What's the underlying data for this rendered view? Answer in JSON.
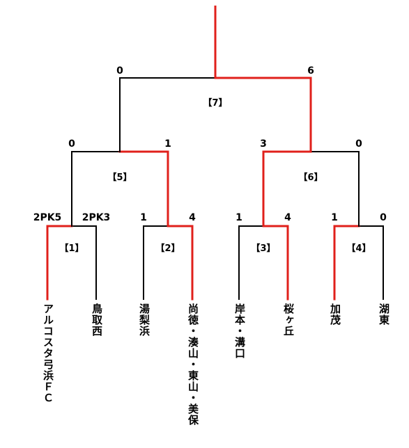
{
  "colors": {
    "winner": "#e0201b",
    "loser": "#000000"
  },
  "teams": [
    "アルコスタ弓浜ＦＣ",
    "鳥取西",
    "湯梨浜",
    "尚徳・湊山・東山・美保",
    "岸本・溝口",
    "桜ヶ丘",
    "加茂",
    "湖東"
  ],
  "matches": [
    {
      "label": "【1】",
      "left_score": "2PK5",
      "right_score": "2PK3",
      "winner": "left"
    },
    {
      "label": "【2】",
      "left_score": "1",
      "right_score": "4",
      "winner": "right"
    },
    {
      "label": "【3】",
      "left_score": "1",
      "right_score": "4",
      "winner": "right"
    },
    {
      "label": "【4】",
      "left_score": "1",
      "right_score": "0",
      "winner": "left"
    },
    {
      "label": "【5】",
      "left_score": "0",
      "right_score": "1",
      "winner": "right"
    },
    {
      "label": "【6】",
      "left_score": "3",
      "right_score": "0",
      "winner": "left"
    },
    {
      "label": "【7】",
      "left_score": "0",
      "right_score": "6",
      "winner": "right"
    }
  ]
}
